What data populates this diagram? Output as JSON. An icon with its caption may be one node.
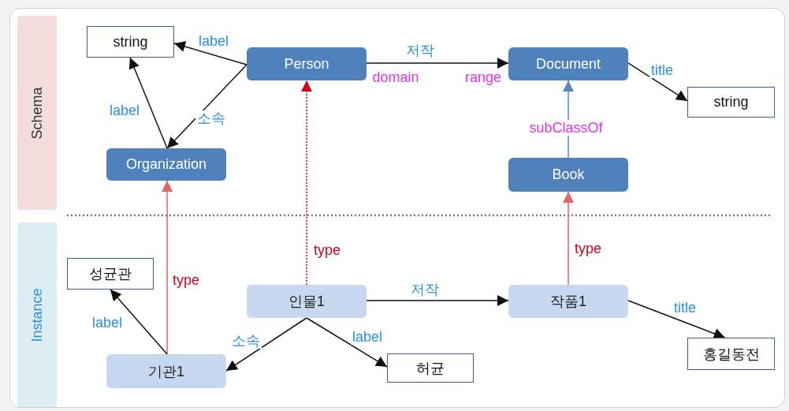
{
  "diagram": {
    "nodes": [
      {
        "text": [
          "Schema"
        ]
      },
      {
        "text": [
          "Instance"
        ]
      },
      {
        "text": [
          "string"
        ]
      },
      {
        "text": [
          "Person"
        ]
      },
      {
        "text": [
          "Document"
        ]
      },
      {
        "text": [
          "string"
        ]
      },
      {
        "text": [
          "Organization"
        ]
      },
      {
        "text": [
          "Book"
        ]
      },
      {
        "text": [
          "성균관"
        ]
      },
      {
        "text": [
          "인물1"
        ]
      },
      {
        "text": [
          "작품1"
        ]
      },
      {
        "text": [
          "기관1"
        ]
      },
      {
        "text": [
          "허균"
        ]
      },
      {
        "text": [
          "홍길동전"
        ]
      }
    ],
    "edges": [
      {
        "from": 3,
        "to": 2,
        "arrow": "to",
        "label": "label"
      },
      {
        "from": 3,
        "to": 6,
        "arrow": "to",
        "label": "소속"
      },
      {
        "from": 6,
        "to": 2,
        "arrow": "to",
        "label": "label"
      },
      {
        "from": 3,
        "to": 4,
        "arrow": "to",
        "label": "저작"
      },
      {
        "from": 4,
        "to": 5,
        "arrow": "to",
        "label": "title"
      },
      {
        "from": 7,
        "to": 4,
        "arrow": "to",
        "label": "subClassOf",
        "color": "#5b87c0"
      },
      {
        "from": 11,
        "to": 6,
        "arrow": "to",
        "label": "type",
        "color": "#e06666"
      },
      {
        "from": 9,
        "to": 3,
        "arrow": "to",
        "label": "type",
        "style": "dashed",
        "color": "#d0021b"
      },
      {
        "from": 10,
        "to": 7,
        "arrow": "to",
        "label": "type",
        "color": "#e06666"
      },
      {
        "from": 11,
        "to": 8,
        "arrow": "to",
        "label": "label"
      },
      {
        "from": 9,
        "to": 10,
        "arrow": "to",
        "label": "저작"
      },
      {
        "from": 9,
        "to": 11,
        "arrow": "to",
        "label": "소속"
      },
      {
        "from": 9,
        "to": 12,
        "arrow": "to",
        "label": "label"
      },
      {
        "from": 10,
        "to": 13,
        "arrow": "to",
        "label": "title"
      }
    ],
    "labels": [
      "domain",
      "range"
    ]
  }
}
